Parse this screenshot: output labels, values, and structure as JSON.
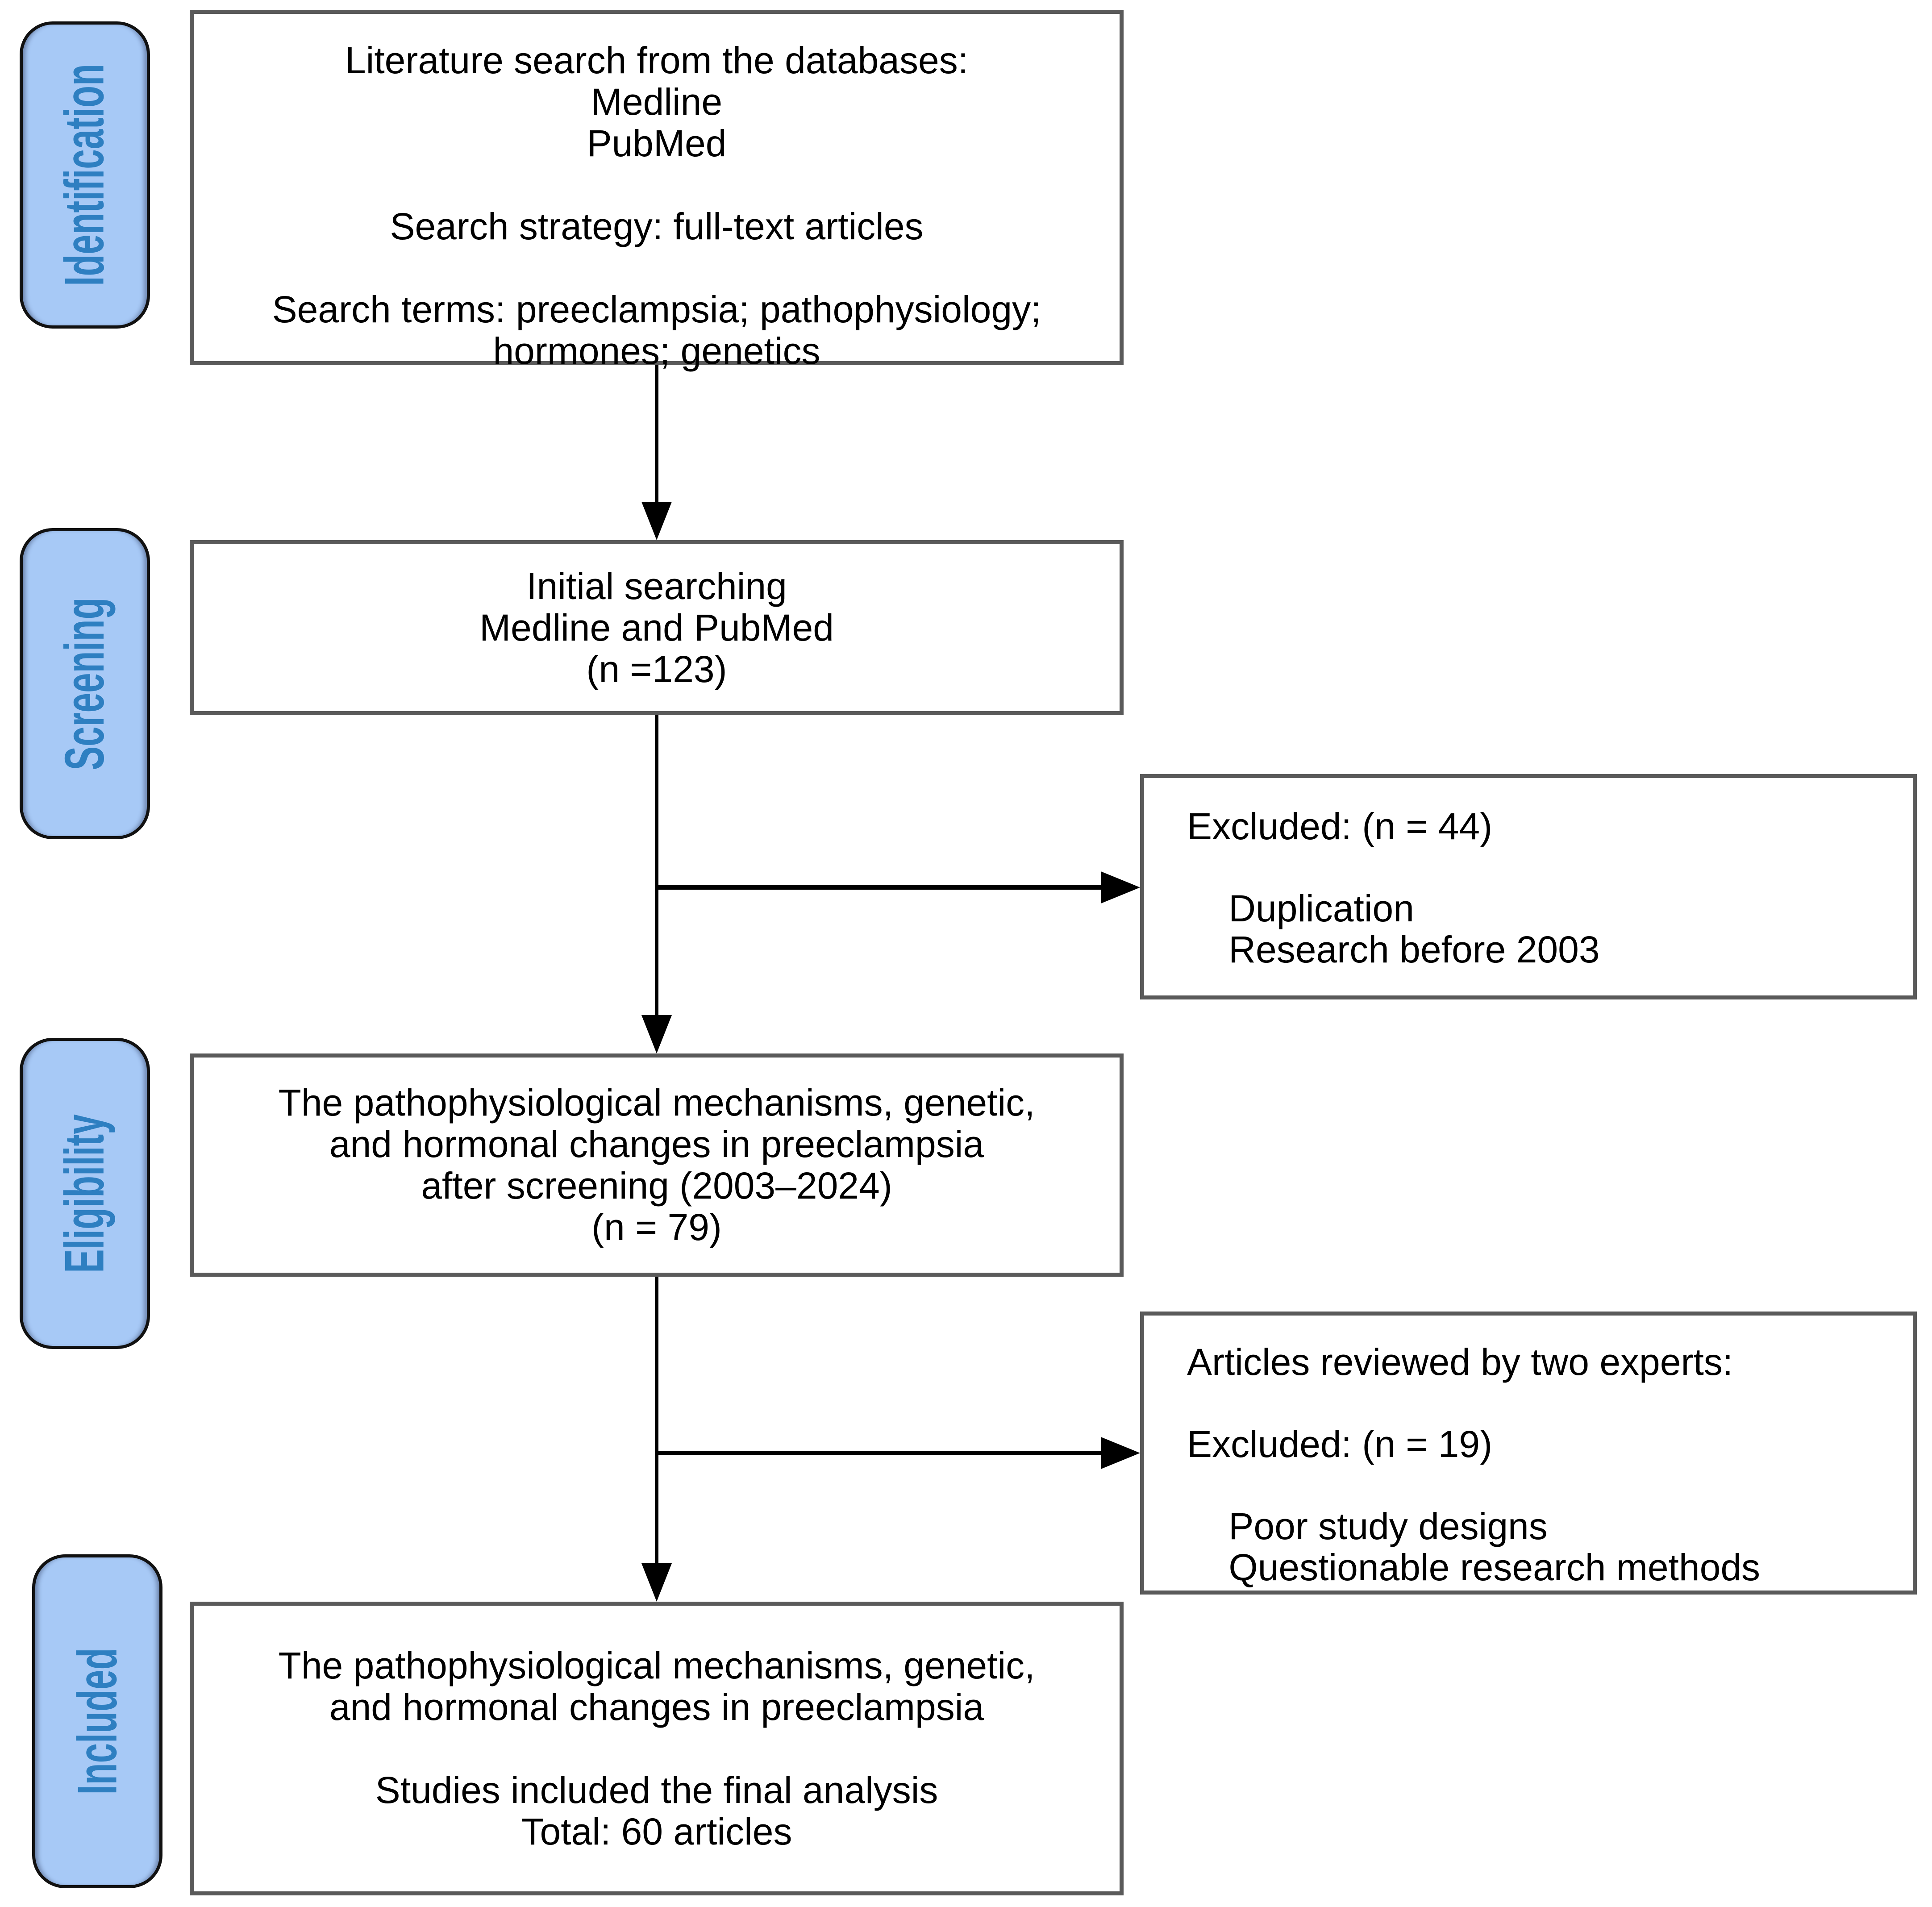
{
  "palette": {
    "stage_fill": "#A7C9F6",
    "stage_text": "#2E7FC1",
    "stage_border": "#111111",
    "box_border": "#5A5A5A",
    "box_fill": "#FFFFFF",
    "box_text": "#000000",
    "arrow": "#000000",
    "background": "#FFFFFF"
  },
  "stages": [
    {
      "id": "identification",
      "label": "Identification"
    },
    {
      "id": "screening",
      "label": "Screening"
    },
    {
      "id": "eligibility",
      "label": "Eligibility"
    },
    {
      "id": "included",
      "label": "Included"
    }
  ],
  "boxes": {
    "literature_search": {
      "lines": [
        "Literature search from the databases:",
        "Medline",
        "PubMed",
        "",
        "Search strategy: full-text articles",
        "",
        "Search terms: preeclampsia; pathophysiology;",
        "hormones; genetics"
      ]
    },
    "initial_search": {
      "lines": [
        "Initial searching",
        "Medline and PubMed",
        "(n =123)"
      ]
    },
    "after_screening": {
      "lines": [
        "The pathophysiological mechanisms, genetic,",
        "and hormonal changes in preeclampsia",
        "after screening (2003–2024)",
        "(n = 79)"
      ]
    },
    "final_included": {
      "lines": [
        "The pathophysiological mechanisms, genetic,",
        "and hormonal changes in preeclampsia",
        "",
        "Studies included the final analysis",
        "Total: 60 articles"
      ]
    },
    "excluded_screening": {
      "lines": [
        "Excluded: (n = 44)",
        "",
        "    Duplication",
        "    Research before 2003"
      ]
    },
    "excluded_eligibility": {
      "lines": [
        "Articles reviewed by two experts:",
        "",
        "Excluded: (n = 19)",
        "",
        "    Poor study designs",
        "    Questionable research methods"
      ]
    }
  }
}
